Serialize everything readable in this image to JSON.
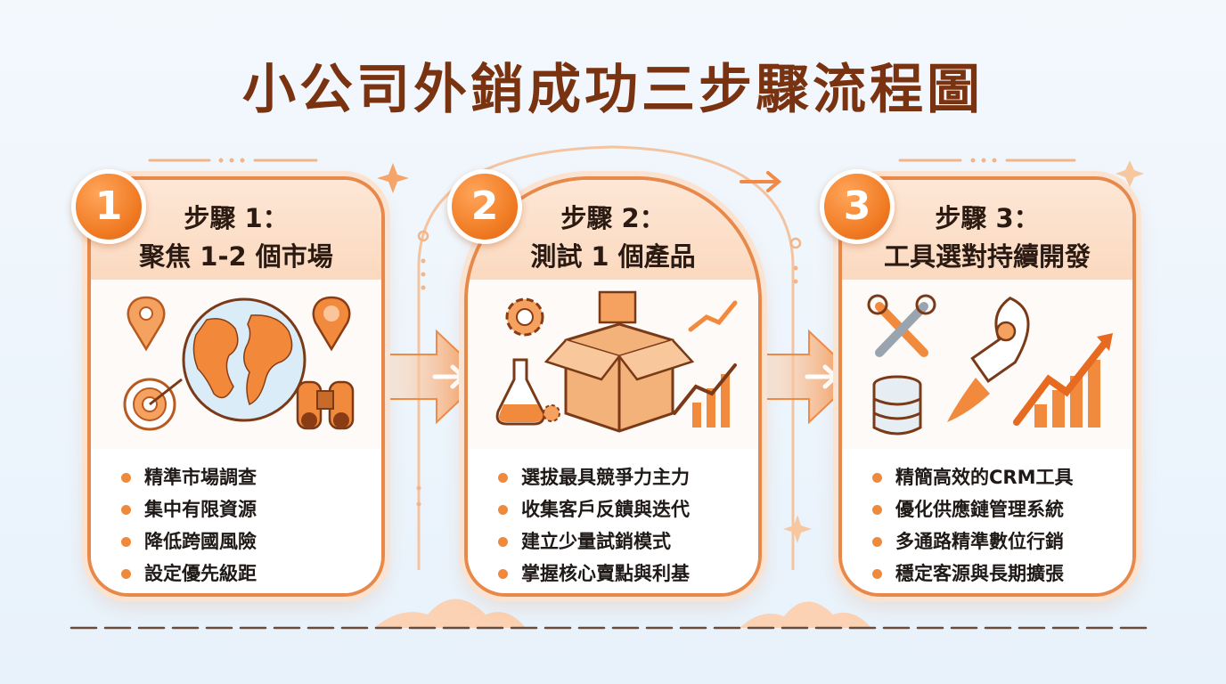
{
  "title": "小公司外銷成功三步驟流程圖",
  "colors": {
    "accent": "#f07a22",
    "title": "#7a3310",
    "border": "#e8894c",
    "head": "#fde7d6"
  },
  "steps": [
    {
      "number": "1",
      "title_line1": "步驟 1：",
      "title_line2": "聚焦 1-2 個市場",
      "icons": [
        "map-pin-icon",
        "globe-icon",
        "target-icon",
        "binoculars-icon"
      ],
      "items": [
        "精準市場調查",
        "集中有限資源",
        "降低跨國風險",
        "設定優先級距"
      ]
    },
    {
      "number": "2",
      "title_line1": "步驟 2：",
      "title_line2": "測試 1 個產品",
      "icons": [
        "gear-icon",
        "box-icon",
        "flask-icon",
        "growth-chart-icon"
      ],
      "items": [
        "選拔最具競爭力主力",
        "收集客戶反饋與迭代",
        "建立少量試銷模式",
        "掌握核心賣點與利基"
      ]
    },
    {
      "number": "3",
      "title_line1": "步驟 3：",
      "title_line2": "工具選對持續開發",
      "icons": [
        "wrench-icon",
        "rocket-icon",
        "database-icon",
        "rising-chart-icon"
      ],
      "items": [
        "精簡高效的CRM工具",
        "優化供應鏈管理系統",
        "多通路精準數位行銷",
        "穩定客源與長期擴張"
      ]
    }
  ]
}
